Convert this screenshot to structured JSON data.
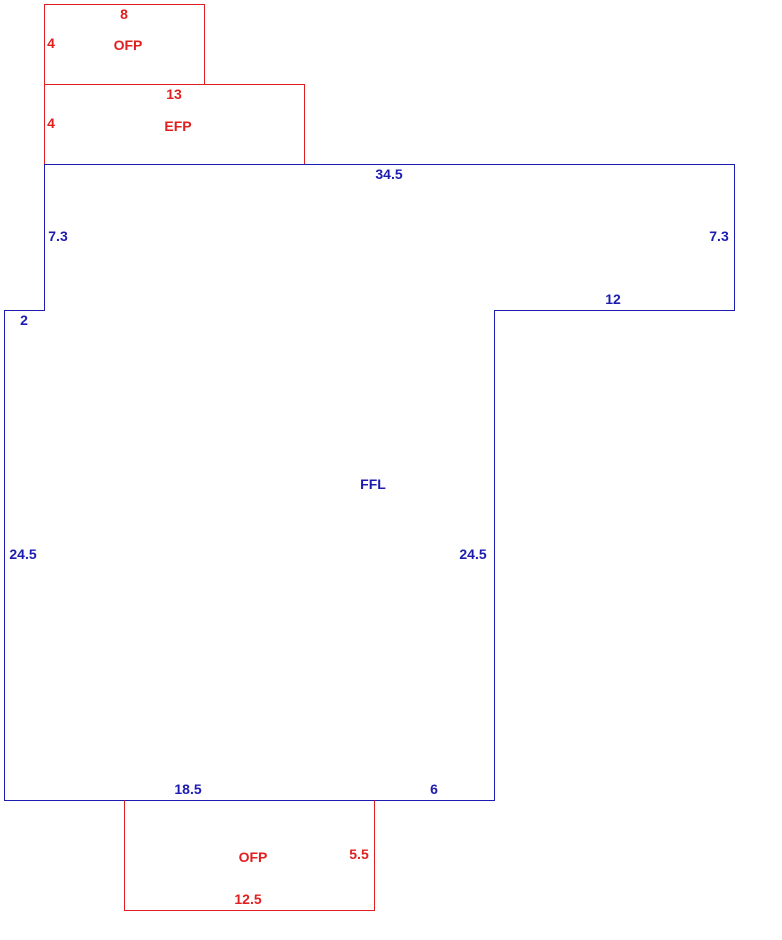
{
  "colors": {
    "main_area": "#1c1cb0",
    "porch_areas": "#e02020",
    "background": "#ffffff"
  },
  "areas": {
    "ofp_top": {
      "name": "OFP",
      "dims": {
        "top": "8",
        "left": "4"
      }
    },
    "efp": {
      "name": "EFP",
      "dims": {
        "top": "13",
        "left": "4"
      }
    },
    "ffl": {
      "name": "FFL",
      "dims": {
        "top": "34.5",
        "left_upper": "7.3",
        "right_upper": "7.3",
        "step_right": "12",
        "step_left": "2",
        "left_main": "24.5",
        "right_main": "24.5",
        "bottom_left": "18.5",
        "bottom_right": "6"
      }
    },
    "ofp_bottom": {
      "name": "OFP",
      "dims": {
        "right": "5.5",
        "bottom": "12.5"
      }
    }
  }
}
